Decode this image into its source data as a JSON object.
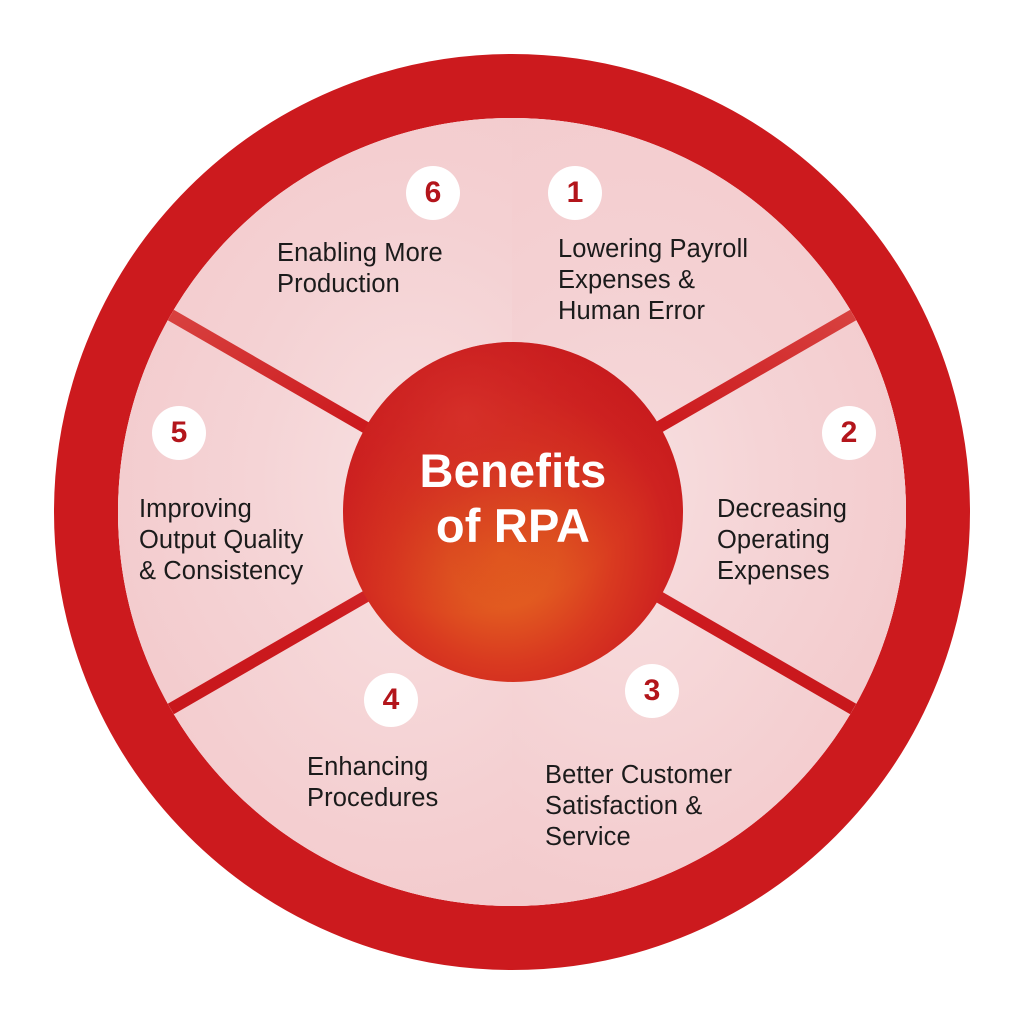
{
  "diagram": {
    "title": "Benefits of RPA",
    "center": {
      "line1": "Benefits",
      "line2": "of RPA",
      "text": "Benefits\nof RPA"
    },
    "type": "circular-segment-wheel",
    "segment_count": 6,
    "colors": {
      "ring_red": "#CC1A1E",
      "segment_pink": "#F4CFD1",
      "segment_pink_light": "#F7DEDF",
      "badge_background": "#FFFFFF",
      "badge_number": "#B3151B",
      "label_text": "#1B1B1B",
      "center_text": "#FFFFFF",
      "sphere_dark": "#C8171C",
      "sphere_warm": "#E2561F",
      "page_background": "#FFFFFF"
    },
    "segments": [
      {
        "number": "1",
        "label": "Lowering Payroll\nExpenses &\nHuman Error",
        "position": "upper-right"
      },
      {
        "number": "2",
        "label": "Decreasing\nOperating\nExpenses",
        "position": "right"
      },
      {
        "number": "3",
        "label": "Better Customer\nSatisfaction &\nService",
        "position": "lower-right"
      },
      {
        "number": "4",
        "label": "Enhancing\nProcedures",
        "position": "lower-left"
      },
      {
        "number": "5",
        "label": "Improving\nOutput Quality\n& Consistency",
        "position": "left"
      },
      {
        "number": "6",
        "label": "Enabling More\nProduction",
        "position": "upper-left"
      }
    ]
  }
}
